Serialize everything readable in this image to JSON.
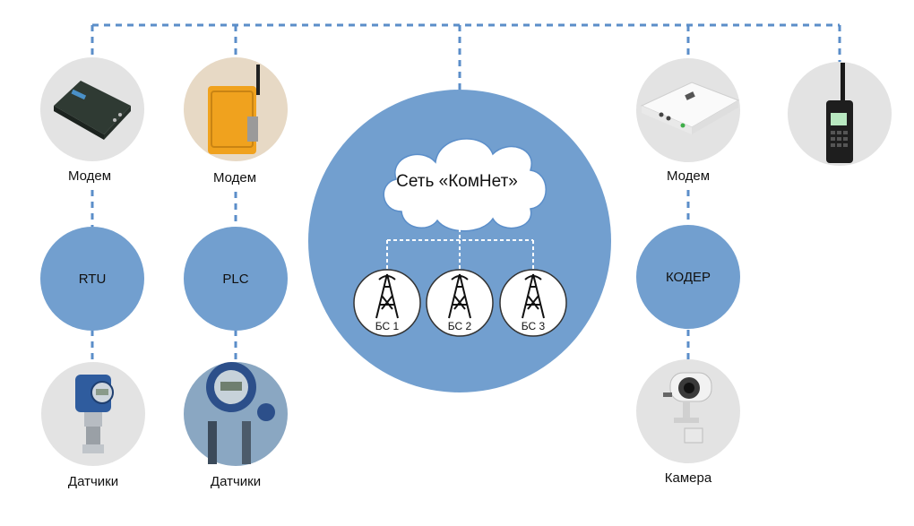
{
  "colors": {
    "node_fill": "#729fcf",
    "line": "#5b8ec9",
    "photo_bg": "#e3e3e3"
  },
  "network": {
    "label": "Сеть «КомНет»",
    "base_stations": [
      "БС 1",
      "БС 2",
      "БС 3"
    ]
  },
  "columns": [
    {
      "top_label": "Модем",
      "middle_label": "RTU",
      "bottom_label": "Датчики"
    },
    {
      "top_label": "Модем",
      "middle_label": "PLC",
      "bottom_label": "Датчики"
    },
    {
      "top_label": "Модем",
      "middle_label": "КОДЕР",
      "bottom_label": "Камера"
    }
  ],
  "radio": {
    "icon": "handheld-radio-icon"
  }
}
